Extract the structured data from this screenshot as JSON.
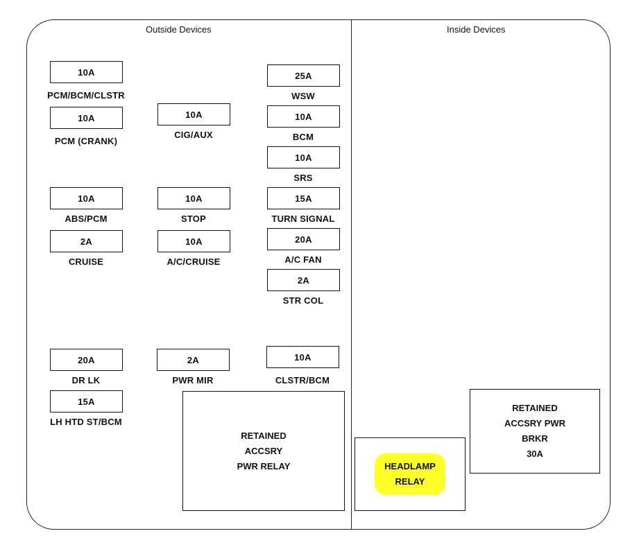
{
  "sections": {
    "outside": "Outside Devices",
    "inside": "Inside Devices"
  },
  "fuses": [
    {
      "id": "pcm-bcm-clstr",
      "amp": "10A",
      "label": "PCM/BCM/CLSTR"
    },
    {
      "id": "pcm-crank",
      "amp": "10A",
      "label": "PCM (CRANK)"
    },
    {
      "id": "cig-aux",
      "amp": "10A",
      "label": "CIG/AUX"
    },
    {
      "id": "wsw",
      "amp": "25A",
      "label": "WSW"
    },
    {
      "id": "bcm",
      "amp": "10A",
      "label": "BCM"
    },
    {
      "id": "srs",
      "amp": "10A",
      "label": "SRS"
    },
    {
      "id": "abs-pcm",
      "amp": "10A",
      "label": "ABS/PCM"
    },
    {
      "id": "stop",
      "amp": "10A",
      "label": "STOP"
    },
    {
      "id": "turn-signal",
      "amp": "15A",
      "label": "TURN SIGNAL"
    },
    {
      "id": "cruise",
      "amp": "2A",
      "label": "CRUISE"
    },
    {
      "id": "ac-cruise",
      "amp": "10A",
      "label": "A/C/CRUISE"
    },
    {
      "id": "ac-fan",
      "amp": "20A",
      "label": "A/C FAN"
    },
    {
      "id": "str-col",
      "amp": "2A",
      "label": "STR COL"
    },
    {
      "id": "dr-lk",
      "amp": "20A",
      "label": "DR LK"
    },
    {
      "id": "pwr-mir",
      "amp": "2A",
      "label": "PWR MIR"
    },
    {
      "id": "clstr-bcm",
      "amp": "10A",
      "label": "CLSTR/BCM"
    },
    {
      "id": "lh-htd-st-bcm",
      "amp": "15A",
      "label": "LH HTD ST/BCM"
    }
  ],
  "blocks": {
    "retained_relay": [
      "RETAINED",
      "ACCSRY",
      "PWR RELAY"
    ],
    "headlamp_relay": [
      "HEADLAMP",
      "RELAY"
    ],
    "retained_breaker": [
      "RETAINED",
      "ACCSRY PWR",
      "BRKR",
      "30A"
    ]
  },
  "highlight_color": "#ffff2a"
}
